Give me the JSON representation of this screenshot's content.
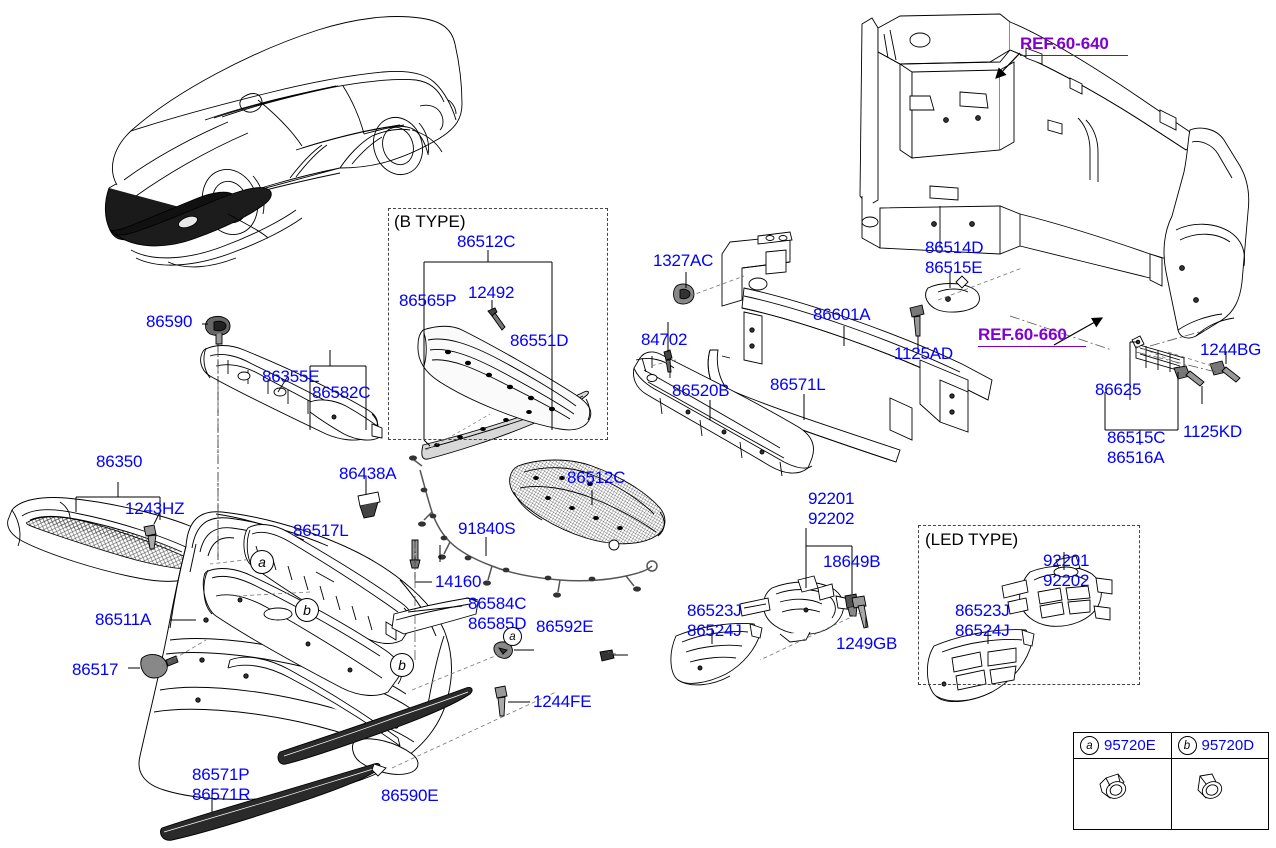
{
  "diagram": {
    "kind": "automotive-parts-exploded-diagram",
    "subject": "Front bumper assembly",
    "colors": {
      "part_number": "#0000ff",
      "reference": "#8000d0",
      "line": "#000000"
    }
  },
  "panels": {
    "b_type": {
      "title": "(B TYPE)"
    },
    "led_type": {
      "title": "(LED TYPE)"
    }
  },
  "references": [
    {
      "id": "ref-60-640",
      "label": "REF.60-640"
    },
    {
      "id": "ref-60-660",
      "label": "REF.60-660"
    }
  ],
  "part_labels": {
    "grille_assy": "86350",
    "grille_screw": "1243HZ",
    "bumper_cover": "86511A",
    "cover_clip": "86517",
    "cover_nut_top": "86590",
    "upper_cover": "86355E",
    "upper_bracket": "86582C",
    "upper_clip": "86438A",
    "side_bracket": "86517L",
    "harness": "91840S",
    "harness_bolt": "14160",
    "lower_grille": "86512C",
    "side_garnish_c": "86584C",
    "side_garnish_d": "86585D",
    "cover_nut_a": "86592E",
    "cover_screw": "1244FE",
    "lower_moulding_p": "86571P",
    "lower_moulding_r": "86571R",
    "lower_clip": "86590E",
    "b_type_grille": "86512C",
    "b_type_moulding": "86565P",
    "b_type_screw": "12492",
    "b_type_lower_grille": "86551D",
    "beam_nut": "1327AC",
    "absorber_clip": "84702",
    "absorber": "86520B",
    "beam_stay": "86571L",
    "impact_beam": "86601A",
    "bracket_514": "86514D",
    "bracket_515": "86515E",
    "bracket_bolt": "1125AD",
    "side_bracket_625": "86625",
    "side_bracket_515c": "86515C",
    "side_bracket_516a": "86516A",
    "side_bolt_1244": "1244BG",
    "side_bolt_1125": "1125KD",
    "fog_lamp_1": "92201",
    "fog_lamp_2": "92202",
    "fog_bulb": "18649B",
    "fog_cover_j1": "86523J",
    "fog_cover_j2": "86524J",
    "fog_screw": "1249GB",
    "led_fog_lamp_1": "92201",
    "led_fog_lamp_2": "92202",
    "led_cover_j1": "86523J",
    "led_cover_j2": "86524J"
  },
  "markers": {
    "a": "a",
    "b": "b"
  },
  "legend": {
    "items": [
      {
        "marker": "a",
        "code": "95720E",
        "icon": "parking-sensor-icon"
      },
      {
        "marker": "b",
        "code": "95720D",
        "icon": "parking-sensor-icon"
      }
    ]
  }
}
